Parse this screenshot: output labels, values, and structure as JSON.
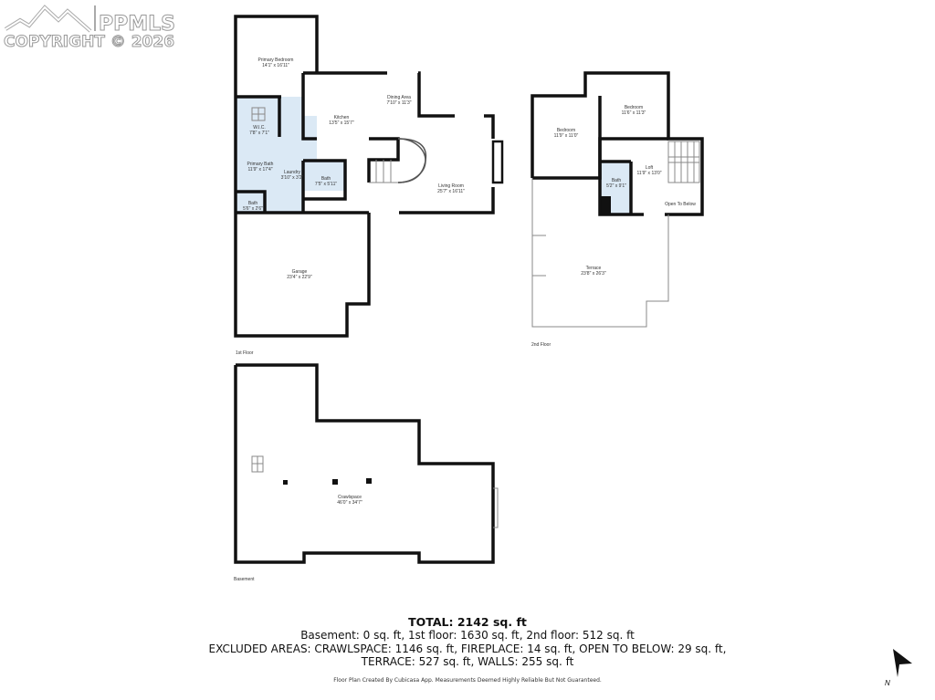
{
  "watermark": {
    "brand": "PPMLS",
    "copyright": "COPYRIGHT © 2026"
  },
  "floors": {
    "first": {
      "label": "1st Floor",
      "rooms": [
        {
          "name": "Primary Bedroom",
          "dims": "14'1\" x 16'11\""
        },
        {
          "name": "Dining Area",
          "dims": "7'10\" x 11'3\""
        },
        {
          "name": "Kitchen",
          "dims": "13'5\" x 15'7\""
        },
        {
          "name": "W.I.C.",
          "dims": "7'8\" x 7'1\""
        },
        {
          "name": "Primary Bath",
          "dims": "11'9\" x 17'4\""
        },
        {
          "name": "Laundry",
          "dims": "3'10\" x 3'2\""
        },
        {
          "name": "Bath",
          "dims": "7'5\" x 5'11\""
        },
        {
          "name": "Living Room",
          "dims": "25'7\" x 16'11\""
        },
        {
          "name": "Bath",
          "dims": "5'6\" x 2'6\""
        },
        {
          "name": "Garage",
          "dims": "23'4\" x 22'9\""
        }
      ]
    },
    "second": {
      "label": "2nd Floor",
      "rooms": [
        {
          "name": "Bedroom",
          "dims": "11'6\" x 11'3\""
        },
        {
          "name": "Bedroom",
          "dims": "11'9\" x 11'0\""
        },
        {
          "name": "Loft",
          "dims": "11'9\" x 13'0\""
        },
        {
          "name": "Bath",
          "dims": "5'2\" x 9'1\""
        },
        {
          "name": "Open To Below",
          "dims": ""
        },
        {
          "name": "Terrace",
          "dims": "23'8\" x 26'3\""
        }
      ]
    },
    "basement": {
      "label": "Basement",
      "rooms": [
        {
          "name": "Crawlspace",
          "dims": "46'0\" x 34'7\""
        }
      ]
    }
  },
  "summary": {
    "total": "TOTAL: 2142 sq. ft",
    "line1": "Basement: 0 sq. ft, 1st floor: 1630 sq. ft, 2nd floor: 512 sq. ft",
    "line2": "EXCLUDED AREAS: CRAWLSPACE: 1146 sq. ft, FIREPLACE: 14 sq. ft, OPEN TO BELOW: 29 sq. ft,",
    "line3": "TERRACE: 527 sq. ft, WALLS: 255 sq. ft",
    "disclaimer": "Floor Plan Created By Cubicasa App. Measurements Deemed Highly Reliable But Not Guaranteed."
  },
  "compass": {
    "label": "N",
    "icon": "north-arrow-icon"
  },
  "colors": {
    "bath_fill": "#dbe9f5",
    "wall": "#111111"
  }
}
